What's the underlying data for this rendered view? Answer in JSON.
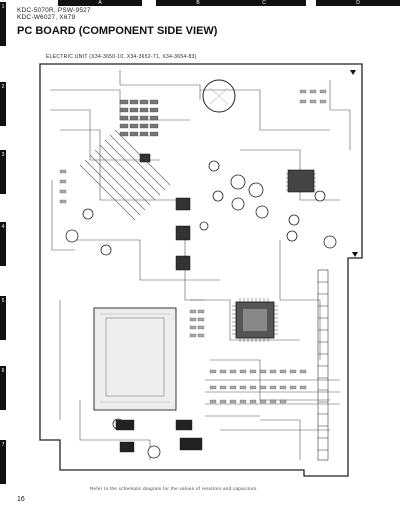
{
  "header": {
    "model_line_1": "KDC-5070R, PSW-9527",
    "model_line_2": "KDC-W6027, X679",
    "title": "PC BOARD (COMPONENT SIDE VIEW)",
    "unit_label": "ELECTRIC UNIT (X34-3650-10, X34-3652-71, X34-3654-83)"
  },
  "grid": {
    "columns": [
      "A",
      "B",
      "C",
      "D"
    ],
    "rows": [
      "1",
      "2",
      "3",
      "4",
      "5",
      "6",
      "7"
    ]
  },
  "footer": {
    "page_number": "16",
    "note": "Refer to the schematic diagram for the values of resistors and capacitors."
  }
}
